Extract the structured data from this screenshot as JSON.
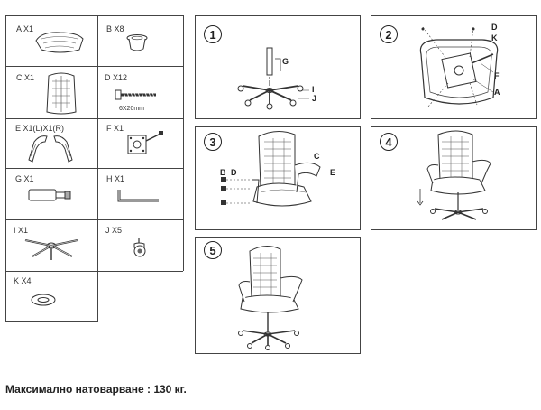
{
  "parts": [
    {
      "letter": "A",
      "qty": "X1"
    },
    {
      "letter": "B",
      "qty": "X8"
    },
    {
      "letter": "C",
      "qty": "X1"
    },
    {
      "letter": "D",
      "qty": "X12",
      "note": "6X20mm"
    },
    {
      "letter": "E",
      "qty": "X1(L)X1(R)"
    },
    {
      "letter": "F",
      "qty": "X1"
    },
    {
      "letter": "G",
      "qty": "X1"
    },
    {
      "letter": "H",
      "qty": "X1"
    },
    {
      "letter": "I",
      "qty": "X1"
    },
    {
      "letter": "J",
      "qty": "X5"
    },
    {
      "letter": "K",
      "qty": "X4"
    }
  ],
  "steps": [
    {
      "number": "1",
      "callouts": [
        "G",
        "I",
        "J"
      ]
    },
    {
      "number": "2",
      "callouts": [
        "D",
        "K",
        "F",
        "A"
      ]
    },
    {
      "number": "3",
      "callouts": [
        "C",
        "E",
        "B",
        "D"
      ]
    },
    {
      "number": "4",
      "callouts": []
    },
    {
      "number": "5",
      "callouts": []
    }
  ],
  "footer": "Максимално натоварване : 130 кг."
}
